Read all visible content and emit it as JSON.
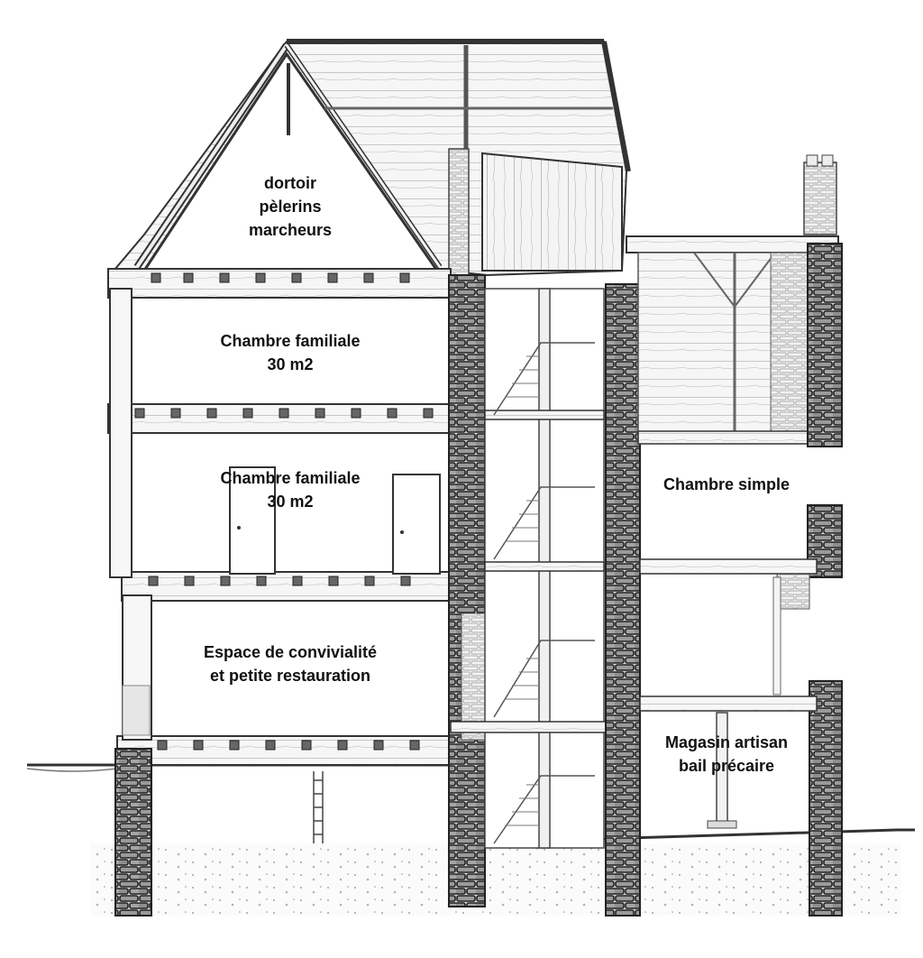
{
  "rooms": {
    "attic": {
      "lines": [
        "dortoir",
        "pèlerins",
        "marcheurs"
      ]
    },
    "floor2_main": {
      "lines": [
        "Chambre familiale",
        "30 m2"
      ]
    },
    "floor1_main": {
      "lines": [
        "Chambre familiale",
        "30 m2"
      ]
    },
    "ground_main": {
      "lines": [
        "Espace de convivialité",
        "et petite restauration"
      ]
    },
    "annex_upper": {
      "lines": [
        "Chambre simple"
      ]
    },
    "annex_shop": {
      "lines": [
        "Magasin artisan",
        "bail précaire"
      ]
    }
  },
  "colors": {
    "ink": "#2b2b2b",
    "stone": "#5a5a5a",
    "wood": "#8a8a8a",
    "paper": "#ffffff"
  }
}
